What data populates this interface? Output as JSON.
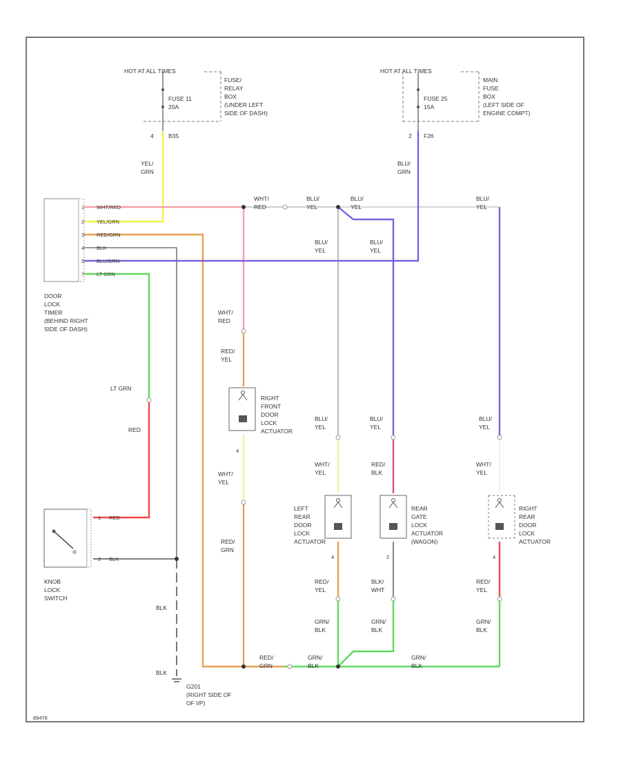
{
  "colors": {
    "border": "#555555",
    "ink": "#333333",
    "yellow": "#f2f24a",
    "pink": "#f5a0a8",
    "orange": "#e8a050",
    "green": "#5fd85f",
    "red": "#f04848",
    "purple": "#7a62dd",
    "gray": "#888888",
    "lightgray": "#c8c8c8",
    "black": "#555555"
  },
  "left_supply": {
    "hot_label": "HOT AT ALL TIMES",
    "fuse_label": "FUSE 11",
    "fuse_amp": "20A",
    "box_desc": [
      "FUSE/",
      "RELAY",
      "BOX",
      "(UNDER LEFT",
      "SIDE OF DASH)"
    ],
    "pin": "4",
    "connector": "B35"
  },
  "right_supply": {
    "hot_label": "HOT AT ALL TIMES",
    "fuse_label": "FUSE 25",
    "fuse_amp": "15A",
    "box_desc": [
      "MAIN",
      "FUSE",
      "BOX",
      "(LEFT SIDE OF",
      "ENGINE COMPT)"
    ],
    "pin": "2",
    "connector": "F26"
  },
  "timer": {
    "pins": [
      {
        "num": "1",
        "wire": "WHT/RED"
      },
      {
        "num": "2",
        "wire": "YEL/GRN"
      },
      {
        "num": "3",
        "wire": "RED/GRN"
      },
      {
        "num": "4",
        "wire": "BLK"
      },
      {
        "num": "5",
        "wire": "BLU/GRN"
      },
      {
        "num": "7",
        "wire": "LT GRN"
      }
    ],
    "name": [
      "DOOR",
      "LOCK",
      "TIMER",
      "(BEHIND RIGHT",
      "SIDE OF DASH)"
    ]
  },
  "wires": {
    "yel_grn_a": "YEL/",
    "yel_grn_b": "GRN",
    "blu_grn_a": "BLU/",
    "blu_grn_b": "GRN",
    "wht_red_a": "WHT/",
    "wht_red_b": "RED",
    "blu_yel_a": "BLU/",
    "blu_yel_b": "YEL",
    "red_yel_a": "RED/",
    "red_yel_b": "YEL",
    "wht_yel_a": "WHT/",
    "wht_yel_b": "YEL",
    "red_grn_a": "RED/",
    "red_grn_b": "GRN",
    "red_blk_a": "RED/",
    "red_blk_b": "BLK",
    "grn_blk_a": "GRN/",
    "grn_blk_b": "BLK",
    "blk_wht_a": "BLK/",
    "blk_wht_b": "WHT",
    "lt_grn": "LT GRN",
    "red": "RED",
    "blk": "BLK"
  },
  "actuators": {
    "right_front": [
      "RIGHT",
      "FRONT",
      "DOOR",
      "LOCK",
      "ACTUATOR"
    ],
    "left_rear": [
      "LEFT",
      "REAR",
      "DOOR",
      "LOCK",
      "ACTUATOR"
    ],
    "rear_gate": [
      "REAR",
      "GATE",
      "LOCK",
      "ACTUATOR",
      "(WAGON)"
    ],
    "right_rear": [
      "RIGHT",
      "REAR",
      "DOOR",
      "LOCK",
      "ACTUATOR"
    ]
  },
  "pins": {
    "rf_bottom": "4",
    "lr_bottom": "4",
    "rg_bottom": "2",
    "rr_bottom": "4"
  },
  "switch": {
    "name": [
      "KNOB",
      "LOCK",
      "SWITCH"
    ],
    "pin1": "1",
    "pin1_wire": "RED",
    "pin2": "2",
    "pin2_wire": "BLK"
  },
  "ground": {
    "name": [
      "G201",
      "(RIGHT SIDE OF",
      "OF I/P)"
    ]
  },
  "footer": "89476"
}
